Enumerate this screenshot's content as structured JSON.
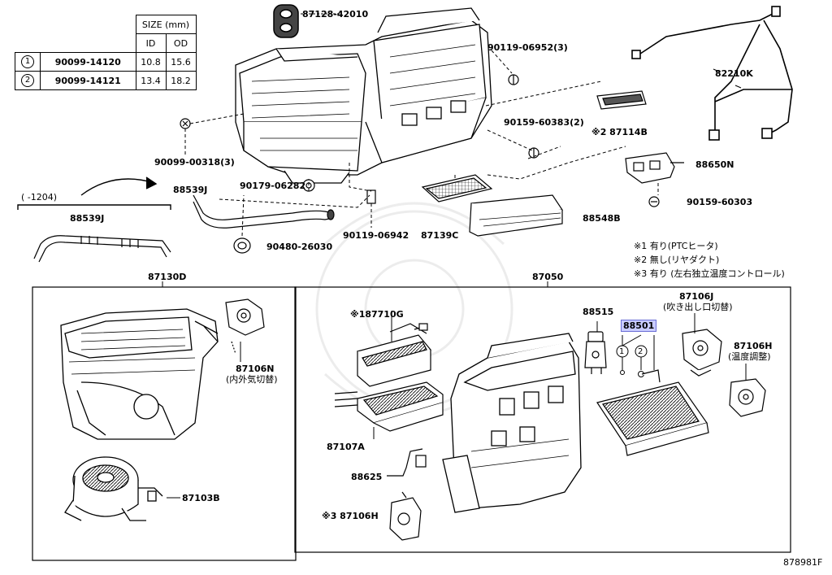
{
  "size_table": {
    "header": "SIZE (mm)",
    "col_id": "ID",
    "col_od": "OD",
    "rows": [
      {
        "mark": "1",
        "part": "90099-14120",
        "id": "10.8",
        "od": "15.6"
      },
      {
        "mark": "2",
        "part": "90099-14121",
        "id": "13.4",
        "od": "18.2"
      }
    ]
  },
  "labels": {
    "p87128": "87128-42010",
    "p90119_06952": "90119-06952(3)",
    "p82210k": "82210K",
    "p90159_60383": "90159-60383(2)",
    "p87114b": "※2 87114B",
    "p90099_00318": "90099-00318(3)",
    "p88650n": "88650N",
    "p90179": "90179-06282",
    "p88539j_top": "88539J",
    "p90159_60303": "90159-60303",
    "range": "(    -1204)",
    "p88539j_left": "88539J",
    "p88548b": "88548B",
    "p90119_06942": "90119-06942",
    "p87139c": "87139C",
    "p90480": "90480-26030",
    "p87130d": "87130D",
    "p87050": "87050",
    "p87710g": "※187710G",
    "p88515": "88515",
    "p88501": "88501",
    "p87106j": "87106J",
    "p87106j_sub": "(吹き出し口切替)",
    "p87106h_r": "87106H",
    "p87106h_r_sub": "(温度調整)",
    "p87106n": "87106N",
    "p87106n_sub": "(内外気切替)",
    "p87107a": "87107A",
    "p88625": "88625",
    "p87106h_b": "※3 87106H",
    "p87103b": "87103B",
    "mark1": "1",
    "mark2": "2",
    "footer_code": "878981F"
  },
  "notes": [
    "※1 有り(PTCヒータ)",
    "※2 無し(リヤダクト)",
    "※3 有り (左右独立温度コントロール)"
  ],
  "highlight_color": "#c9ccff"
}
